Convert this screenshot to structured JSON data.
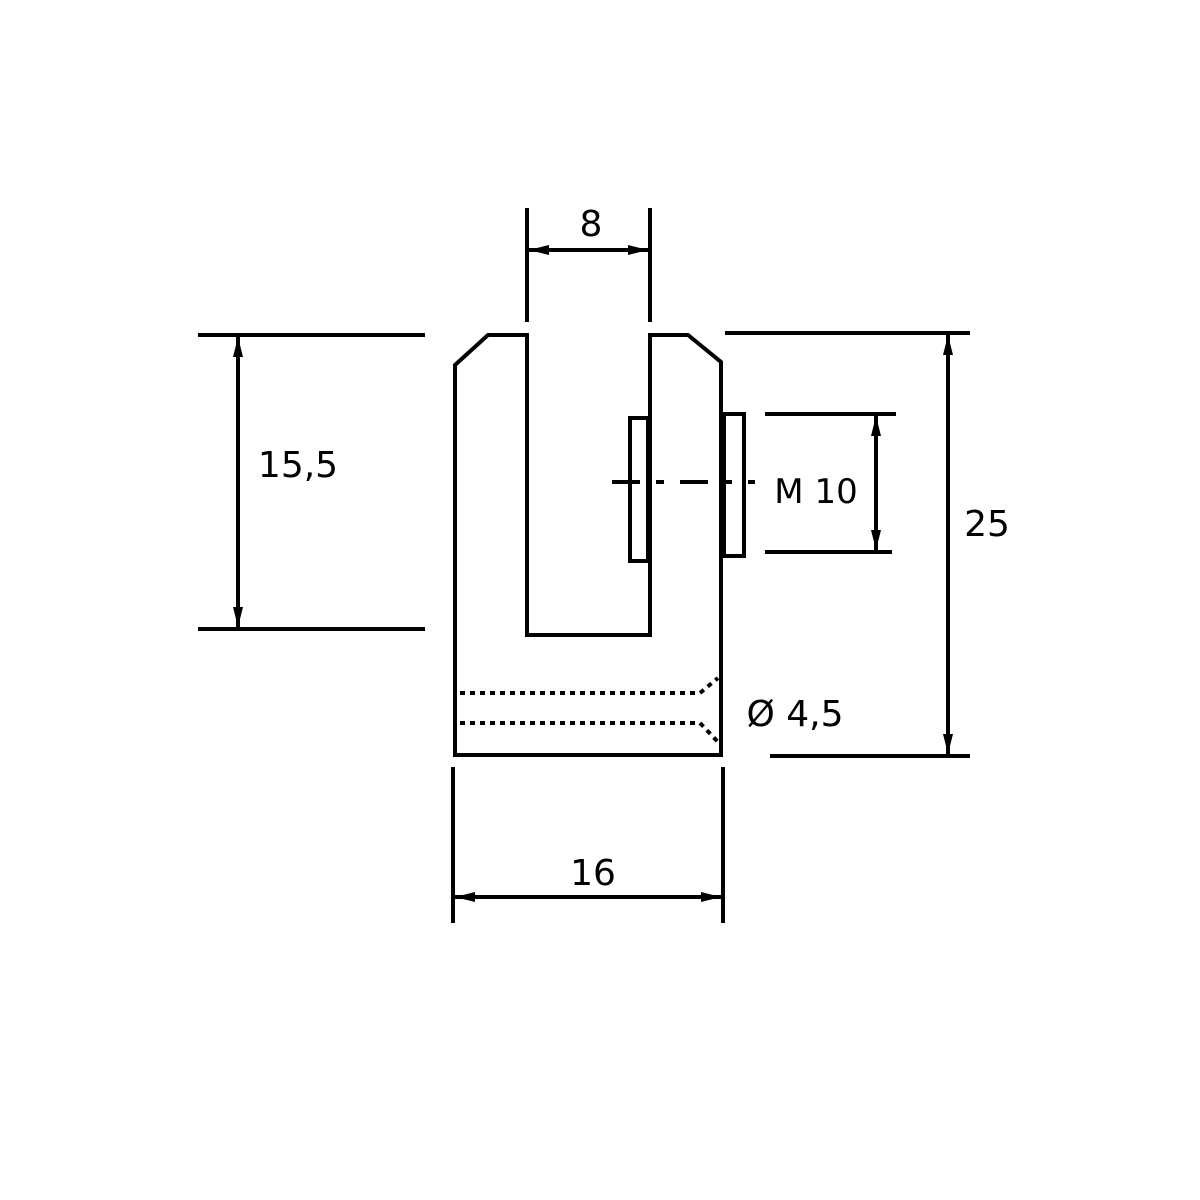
{
  "drawing": {
    "line_color": "#000000",
    "background_color": "#ffffff"
  },
  "dimensions": {
    "slot_width": "8",
    "slot_depth": "15,5",
    "thread": "M 10",
    "overall_height": "25",
    "hole_diameter": "Ø 4,5",
    "overall_width": "16"
  }
}
